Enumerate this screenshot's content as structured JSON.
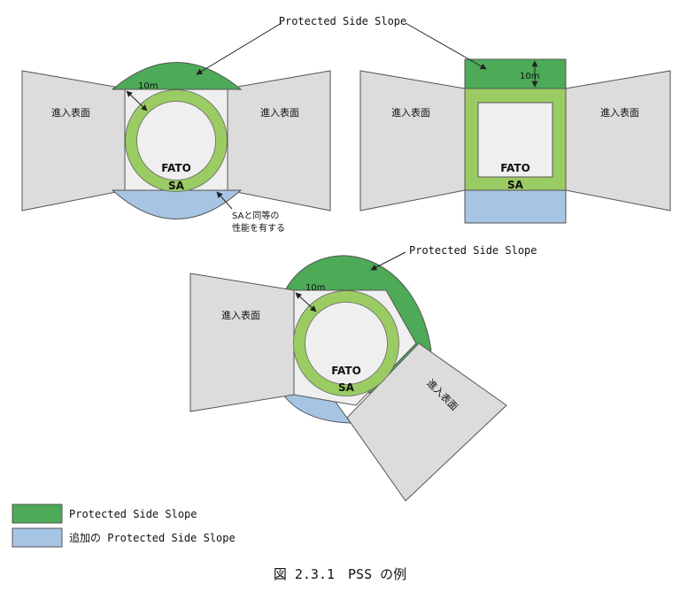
{
  "labels": {
    "pss_callout_top": "Protected Side Slope",
    "pss_callout_bottom": "Protected Side Slope",
    "approach_surface": "進入表面",
    "fato": "FATO",
    "sa": "SA",
    "dist_10m": "10m",
    "sa_equiv_line1": "SAと同等の",
    "sa_equiv_line2": "性能を有する"
  },
  "legend": {
    "pss": "Protected Side Slope",
    "additional_pss": "追加の Protected Side Slope"
  },
  "caption": "図 2.3.1　PSS の例",
  "colors": {
    "pss_green": "#4daa57",
    "additional_blue": "#a6c4e3",
    "sa_lightgreen": "#9bcc63",
    "approach_gray": "#dcdcdc",
    "fato_fill": "#efefef",
    "outline": "#555555"
  }
}
